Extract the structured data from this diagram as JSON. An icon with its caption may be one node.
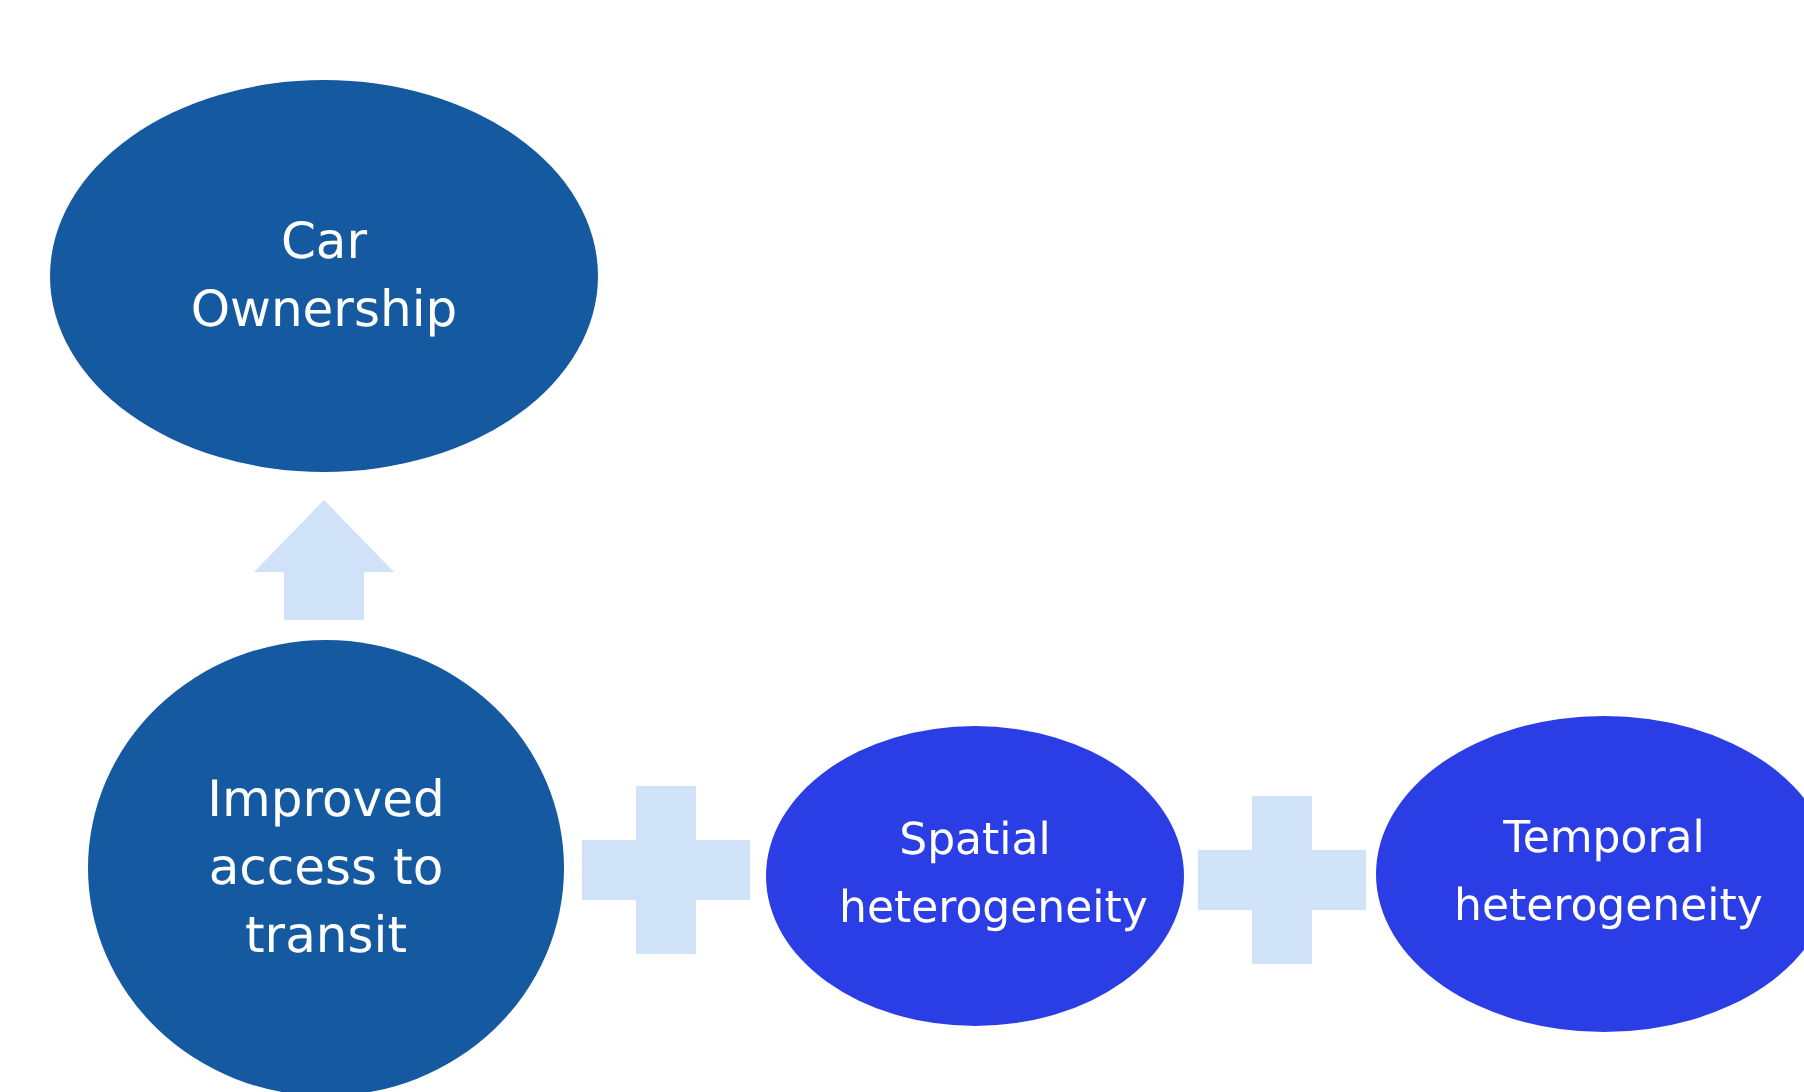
{
  "diagram": {
    "nodes": [
      {
        "text": [
          "Car Ownership"
        ]
      },
      {
        "text": [
          "Improved access to transit"
        ]
      },
      {
        "text": [
          "Spatial heterogeneity"
        ]
      },
      {
        "text": [
          "Temporal heterogeneity"
        ]
      }
    ],
    "edges": [
      {
        "from": 1,
        "to": 0,
        "arrow": "to"
      }
    ]
  }
}
